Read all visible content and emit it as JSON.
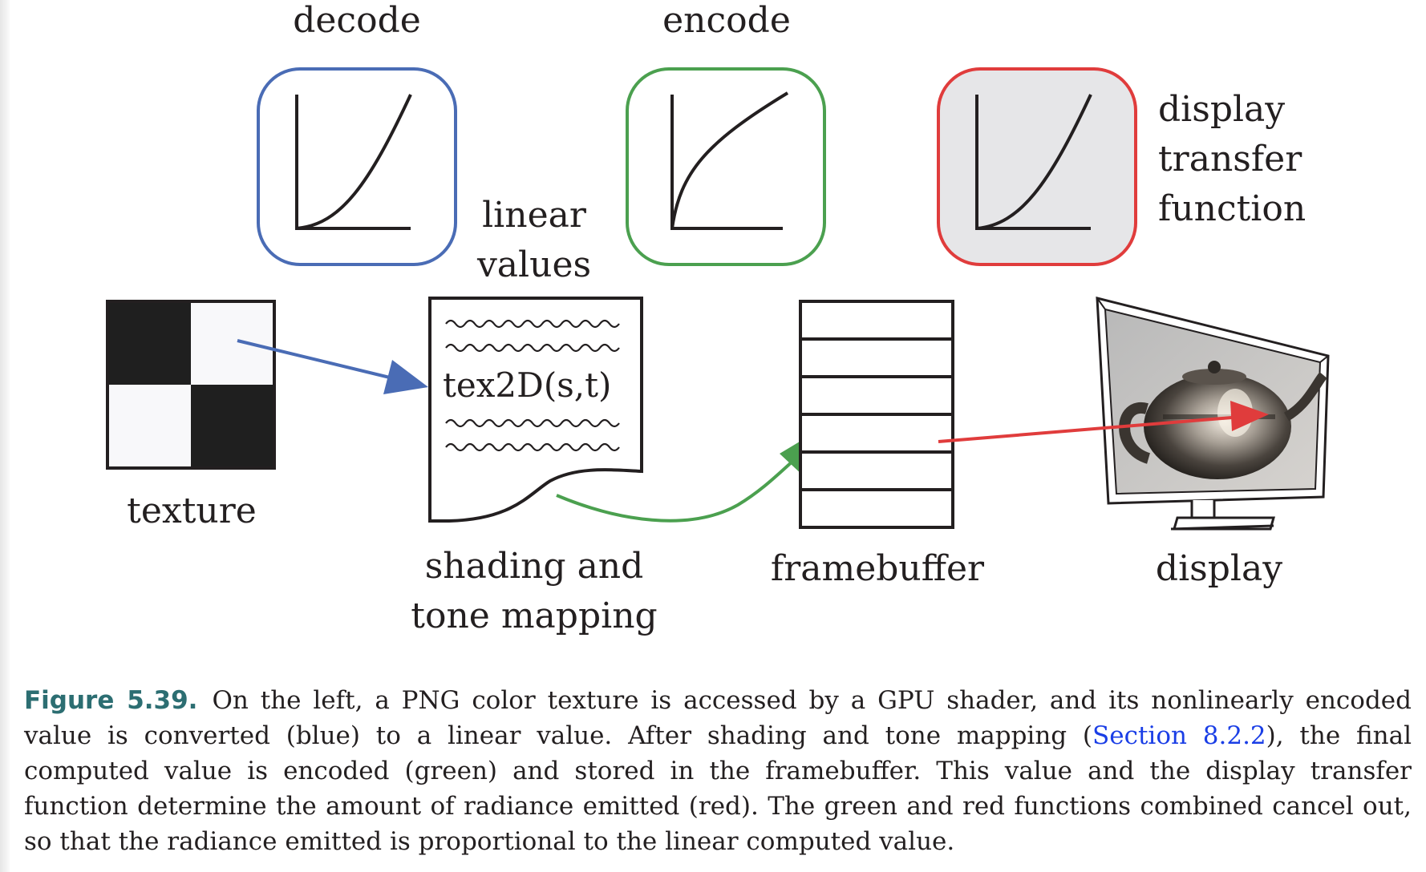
{
  "labels": {
    "decode": "decode",
    "encode": "encode",
    "display_transfer_function": "display\ntransfer\nfunction",
    "linear_values": "linear\nvalues",
    "texture": "texture",
    "shading_and_tone_mapping": "shading and\ntone mapping",
    "framebuffer": "framebuffer",
    "display": "display",
    "shader_code": "tex2D(s,t)"
  },
  "colors": {
    "decode_blue": "#4a6cb5",
    "encode_green": "#4ba04f",
    "display_red": "#e03c3c",
    "display_box_fill": "#e6e6e8",
    "caption_label": "#2c6e72",
    "caption_link": "#1a3ee6"
  },
  "icons": [
    "decode-curve-icon",
    "encode-curve-icon",
    "display-transfer-curve-icon",
    "checker-texture-icon",
    "shader-document-icon",
    "framebuffer-icon",
    "monitor-icon",
    "teapot-icon"
  ],
  "caption": {
    "label": "Figure 5.39.",
    "text_1": "On the left, a PNG color texture is accessed by a GPU shader, and its nonlinearly encoded value is converted (blue) to a linear value. After shading and tone mapping (",
    "link": "Section 8.2.2",
    "text_2": "), the final computed value is encoded (green) and stored in the framebuffer. This value and the display transfer function determine the amount of radiance emitted (red). The green and red functions combined cancel out, so that the radiance emitted is proportional to the linear computed value."
  }
}
